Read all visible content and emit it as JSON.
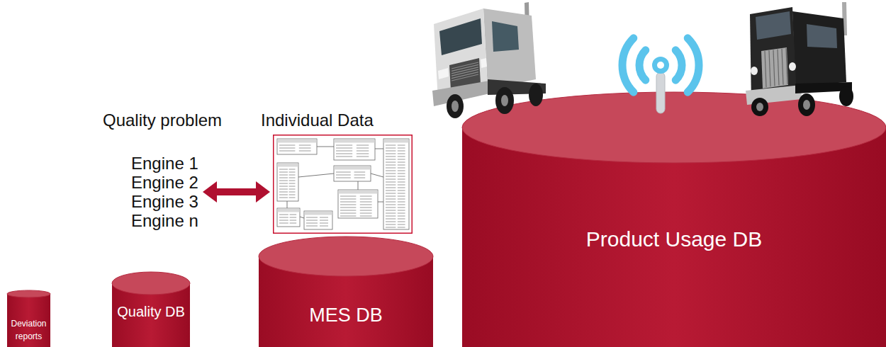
{
  "diagram": {
    "nodes": [
      {
        "text": [
          "Quality problem",
          "Engine 1",
          "Engine 2",
          "Engine 3",
          "Engine n"
        ]
      },
      {
        "text": [
          "Individual Data"
        ]
      },
      {
        "text": [
          "Deviation reports"
        ]
      },
      {
        "text": [
          "Quality DB"
        ]
      },
      {
        "text": [
          "MES DB"
        ]
      },
      {
        "text": [
          "Product Usage DB"
        ]
      }
    ],
    "edges": [
      {
        "from": 0,
        "to": 1,
        "arrow": "both"
      }
    ]
  }
}
